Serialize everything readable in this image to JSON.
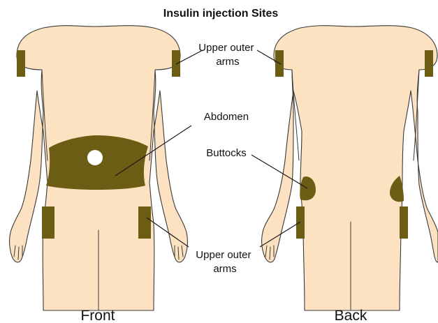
{
  "title": "Insulin injection Sites",
  "labels": {
    "upper_arms_top": [
      "Upper outer",
      "arms"
    ],
    "abdomen": "Abdomen",
    "buttocks": "Buttocks",
    "upper_arms_bottom": [
      "Upper outer",
      "arms"
    ]
  },
  "views": {
    "front": "Front",
    "back": "Back"
  },
  "colors": {
    "skin": "#fce2c1",
    "outline": "#3a3a3a",
    "injection_site": "#6b5d13"
  }
}
